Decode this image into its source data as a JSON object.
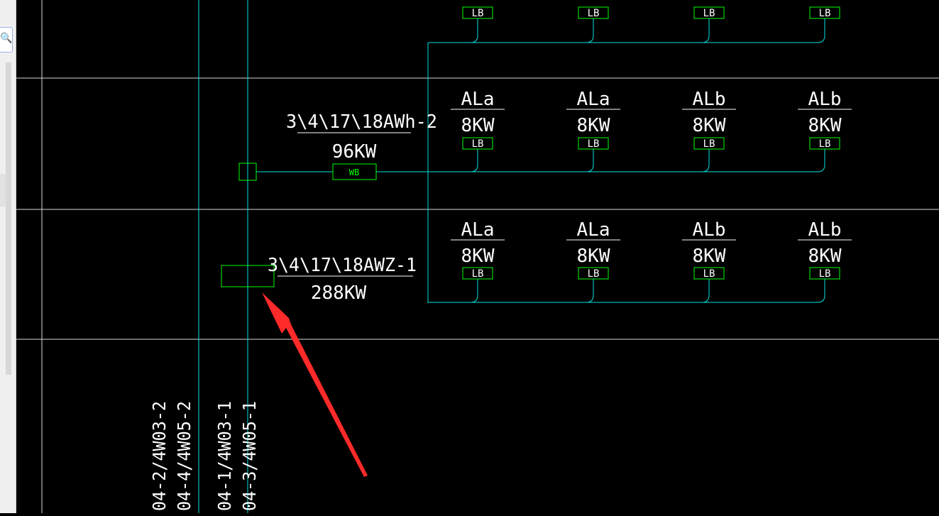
{
  "sidebar": {
    "search_icon": "search-icon"
  },
  "colors": {
    "background": "#000000",
    "cyan": "#00ffff",
    "green": "#00ff00",
    "white": "#ffffff",
    "gray": "#d9d9d9",
    "arrow": "#ff2a2a"
  },
  "rows": [
    {
      "panel_id": "",
      "panel_power": "",
      "breaker_label": "",
      "loads": [
        {
          "name": "",
          "power": "",
          "switch": "LB"
        },
        {
          "name": "",
          "power": "",
          "switch": "LB"
        },
        {
          "name": "",
          "power": "",
          "switch": "LB"
        },
        {
          "name": "",
          "power": "",
          "switch": "LB"
        }
      ]
    },
    {
      "panel_id": "3\\4\\17\\18AWh-2",
      "panel_power": "96KW",
      "breaker_label": "WB",
      "loads": [
        {
          "name": "ALa",
          "power": "8KW",
          "switch": "LB"
        },
        {
          "name": "ALa",
          "power": "8KW",
          "switch": "LB"
        },
        {
          "name": "ALb",
          "power": "8KW",
          "switch": "LB"
        },
        {
          "name": "ALb",
          "power": "8KW",
          "switch": "LB"
        }
      ]
    },
    {
      "panel_id": "3\\4\\17\\18AWZ-1",
      "panel_power": "288KW",
      "breaker_label": "",
      "loads": [
        {
          "name": "ALa",
          "power": "8KW",
          "switch": "LB"
        },
        {
          "name": "ALa",
          "power": "8KW",
          "switch": "LB"
        },
        {
          "name": "ALb",
          "power": "8KW",
          "switch": "LB"
        },
        {
          "name": "ALb",
          "power": "8KW",
          "switch": "LB"
        }
      ]
    }
  ],
  "vertical_labels": [
    "04-2/4W03-2",
    "04-4/4W05-2",
    "04-1/4W03-1",
    "04-3/4W05-1"
  ]
}
